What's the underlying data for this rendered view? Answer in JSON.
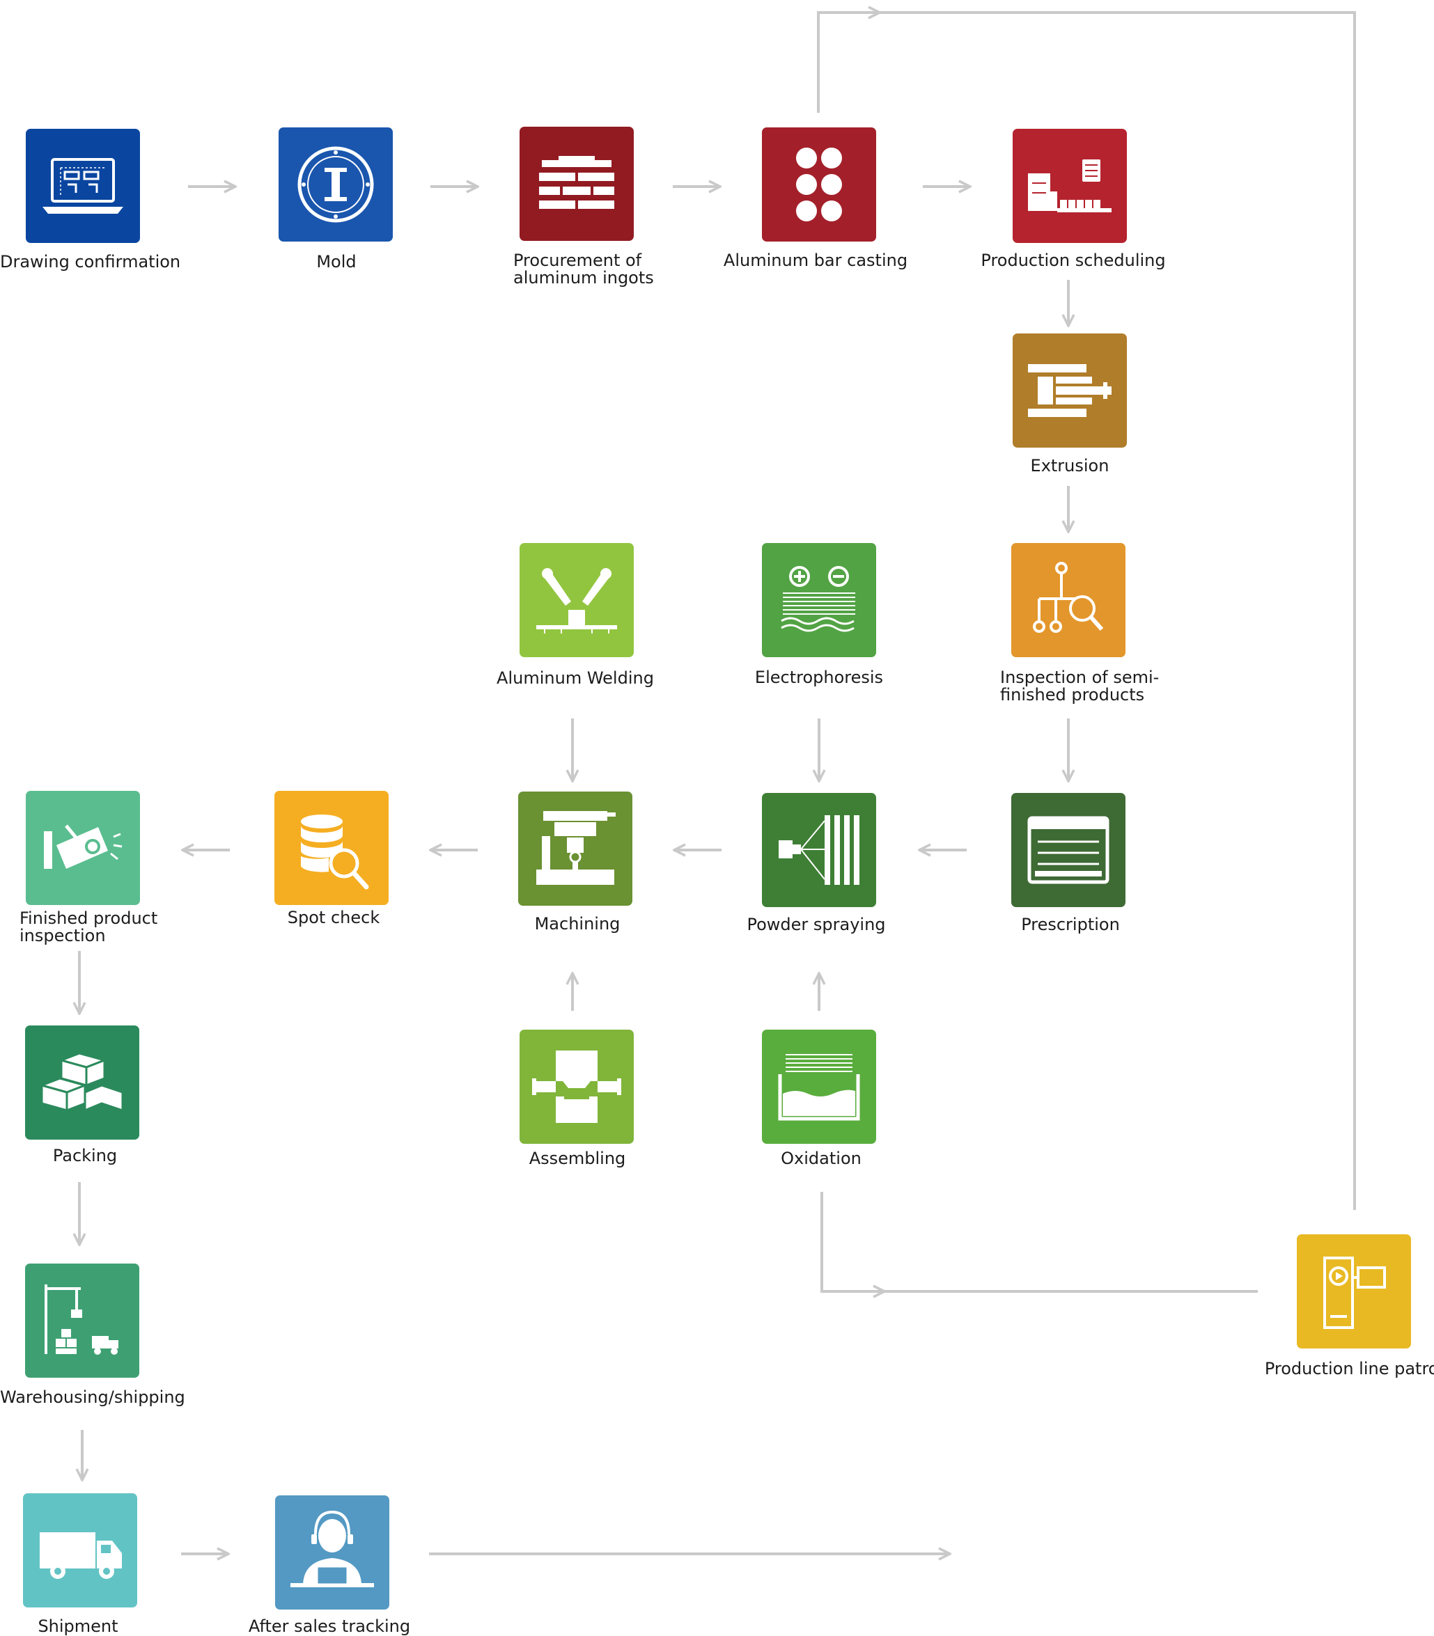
{
  "steps": {
    "drawing_confirmation": "Drawing confirmation",
    "mold": "Mold",
    "procurement_line1": "Procurement of",
    "procurement_line2": "aluminum ingots",
    "aluminum_bar_casting": "Aluminum bar casting",
    "production_scheduling": "Production scheduling",
    "extrusion": "Extrusion",
    "inspection_line1": "Inspection of semi-",
    "inspection_line2": "finished products",
    "electrophoresis": "Electrophoresis",
    "aluminum_welding": "Aluminum Welding",
    "prescription": "Prescription",
    "powder_spraying": "Powder spraying",
    "machining": "Machining",
    "spot_check": "Spot check",
    "finished_line1": "Finished product",
    "finished_line2": "inspection",
    "assembling": "Assembling",
    "oxidation": "Oxidation",
    "packing": "Packing",
    "warehousing_shipping": "Warehousing/shipping",
    "shipment": "Shipment",
    "after_sales_tracking": "After sales tracking",
    "production_line_patrol": "Production line patrol"
  },
  "colors": {
    "drawing_confirmation": "#0a46a0",
    "mold": "#1a56ae",
    "procurement": "#921b22",
    "aluminum_bar_casting": "#a3202a",
    "production_scheduling": "#b5232e",
    "extrusion": "#b07d2a",
    "inspection": "#e3962b",
    "electrophoresis": "#52a344",
    "aluminum_welding": "#92c53f",
    "prescription": "#3e6a34",
    "powder_spraying": "#3e7f35",
    "machining": "#6a9132",
    "spot_check": "#f5ae22",
    "finished_inspection": "#5abd8f",
    "assembling": "#80b53a",
    "oxidation": "#59ad3d",
    "packing": "#2b8a5c",
    "warehousing_shipping": "#3ea072",
    "shipment": "#62c3c5",
    "after_sales_tracking": "#5399c3",
    "production_line_patrol": "#e8b923",
    "connector": "#c9c9c9"
  },
  "icons": {
    "drawing_confirmation": "laptop-blueprint-icon",
    "mold": "die-mold-icon",
    "procurement": "ingot-stack-icon",
    "aluminum_bar_casting": "bar-ends-icon",
    "production_scheduling": "factory-line-icon",
    "extrusion": "extrusion-press-icon",
    "inspection": "tree-magnifier-icon",
    "electrophoresis": "plus-minus-bath-icon",
    "aluminum_welding": "welding-robots-icon",
    "prescription": "oven-icon",
    "powder_spraying": "spray-gun-icon",
    "machining": "cnc-machine-icon",
    "spot_check": "database-search-icon",
    "finished_inspection": "inspection-gun-icon",
    "assembling": "clamp-assembly-icon",
    "oxidation": "oxidation-tank-icon",
    "packing": "boxes-icon",
    "warehousing_shipping": "crane-truck-icon",
    "shipment": "delivery-truck-icon",
    "after_sales_tracking": "support-agent-icon",
    "production_line_patrol": "camera-monitor-icon"
  }
}
